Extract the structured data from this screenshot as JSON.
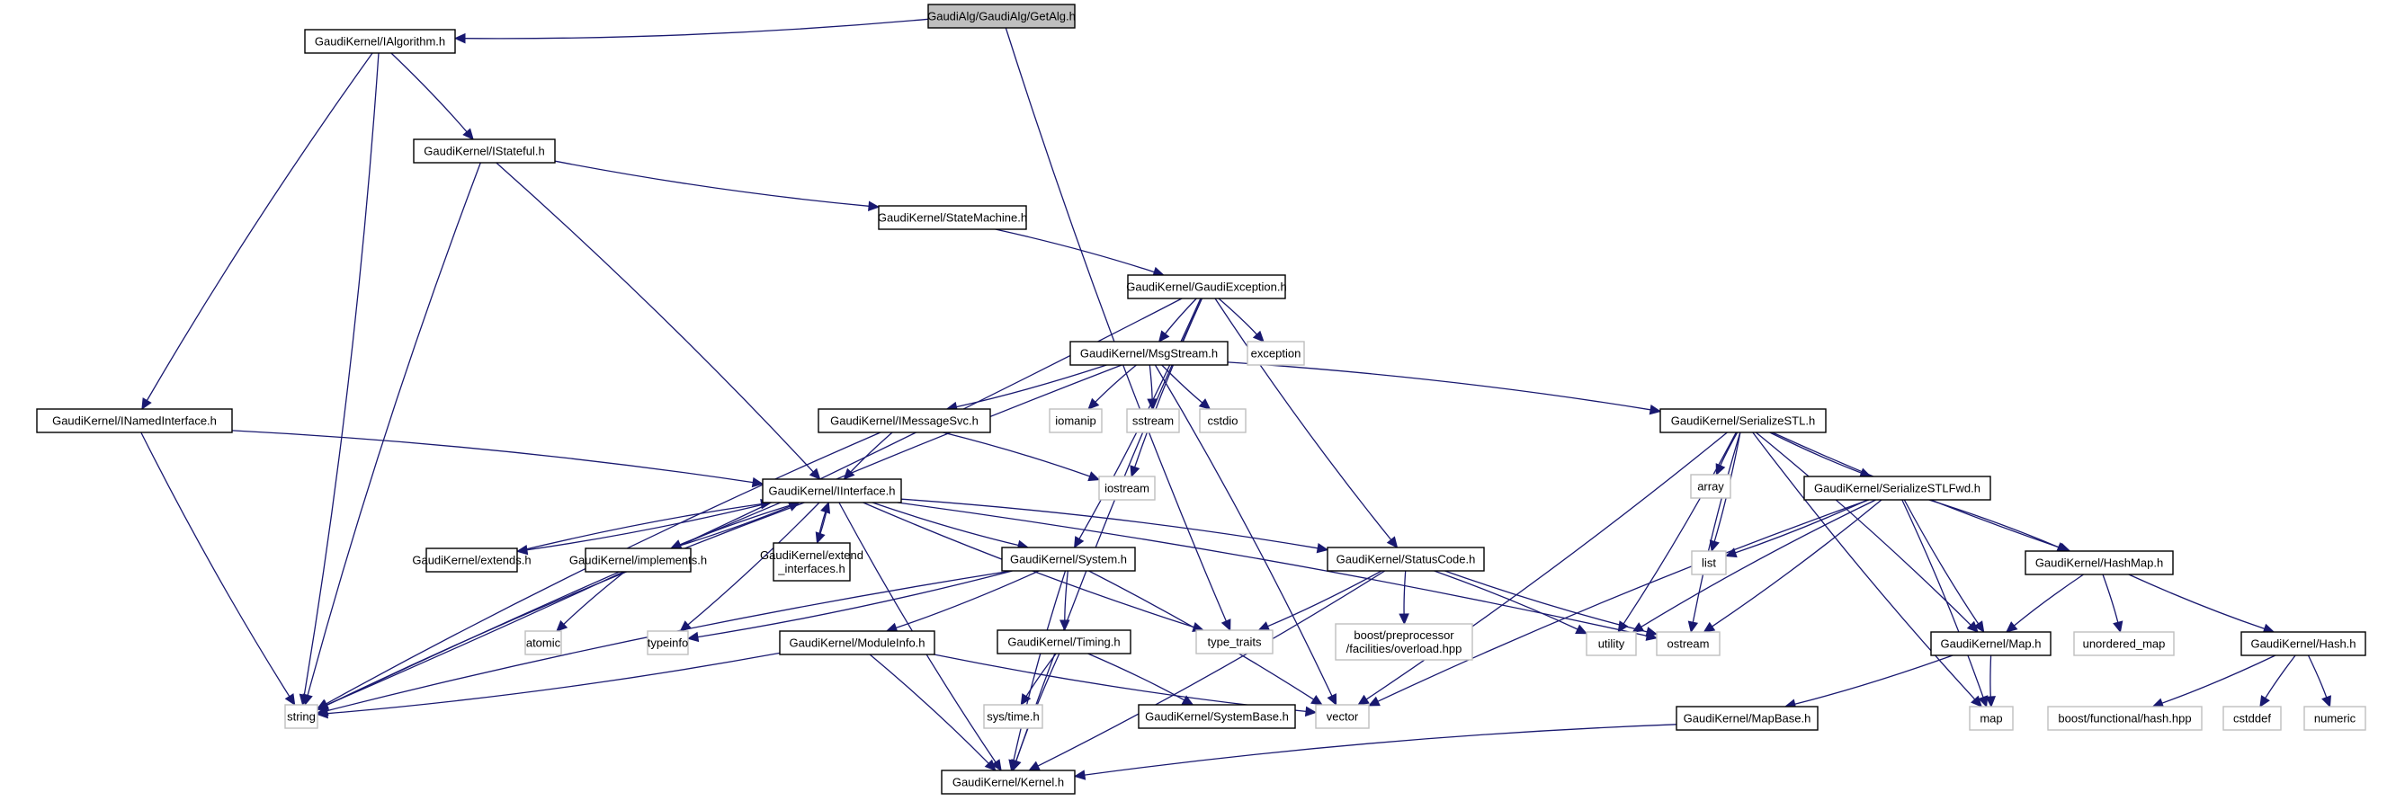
{
  "title": "GaudiAlg/GaudiAlg/GetAlg.h",
  "colors": {
    "edge": "#191970",
    "root_fill": "#bfbfbf",
    "local_border": "#000000",
    "system_border": "#bfbfbf"
  },
  "nodes": [
    {
      "id": "getalg",
      "label": [
        "GaudiAlg/GaudiAlg/GetAlg.h"
      ],
      "kind": "root"
    },
    {
      "id": "ialgorithm",
      "label": [
        "GaudiKernel/IAlgorithm.h"
      ],
      "kind": "local"
    },
    {
      "id": "istateful",
      "label": [
        "GaudiKernel/IStateful.h"
      ],
      "kind": "local"
    },
    {
      "id": "statemachine",
      "label": [
        "GaudiKernel/StateMachine.h"
      ],
      "kind": "local"
    },
    {
      "id": "gaudiexception",
      "label": [
        "GaudiKernel/GaudiException.h"
      ],
      "kind": "local"
    },
    {
      "id": "msgstream",
      "label": [
        "GaudiKernel/MsgStream.h"
      ],
      "kind": "local"
    },
    {
      "id": "exception",
      "label": [
        "exception"
      ],
      "kind": "sys"
    },
    {
      "id": "inamedinterface",
      "label": [
        "GaudiKernel/INamedInterface.h"
      ],
      "kind": "local"
    },
    {
      "id": "imessagesvc",
      "label": [
        "GaudiKernel/IMessageSvc.h"
      ],
      "kind": "local"
    },
    {
      "id": "iomanip",
      "label": [
        "iomanip"
      ],
      "kind": "sys"
    },
    {
      "id": "sstream",
      "label": [
        "sstream"
      ],
      "kind": "sys"
    },
    {
      "id": "cstdio",
      "label": [
        "cstdio"
      ],
      "kind": "sys"
    },
    {
      "id": "serializestl",
      "label": [
        "GaudiKernel/SerializeSTL.h"
      ],
      "kind": "local"
    },
    {
      "id": "iinterface",
      "label": [
        "GaudiKernel/IInterface.h"
      ],
      "kind": "local"
    },
    {
      "id": "iostream",
      "label": [
        "iostream"
      ],
      "kind": "sys"
    },
    {
      "id": "array",
      "label": [
        "array"
      ],
      "kind": "sys"
    },
    {
      "id": "serializestlfwd",
      "label": [
        "GaudiKernel/SerializeSTLFwd.h"
      ],
      "kind": "local"
    },
    {
      "id": "list",
      "label": [
        "list"
      ],
      "kind": "sys"
    },
    {
      "id": "extends",
      "label": [
        "GaudiKernel/extends.h"
      ],
      "kind": "local"
    },
    {
      "id": "implements",
      "label": [
        "GaudiKernel/implements.h"
      ],
      "kind": "local"
    },
    {
      "id": "extend_interfaces",
      "label": [
        "GaudiKernel/extend",
        "_interfaces.h"
      ],
      "kind": "local"
    },
    {
      "id": "system",
      "label": [
        "GaudiKernel/System.h"
      ],
      "kind": "local"
    },
    {
      "id": "statuscode",
      "label": [
        "GaudiKernel/StatusCode.h"
      ],
      "kind": "local"
    },
    {
      "id": "hashmap",
      "label": [
        "GaudiKernel/HashMap.h"
      ],
      "kind": "local"
    },
    {
      "id": "atomic",
      "label": [
        "atomic"
      ],
      "kind": "sys"
    },
    {
      "id": "typeinfo",
      "label": [
        "typeinfo"
      ],
      "kind": "sys"
    },
    {
      "id": "moduleinfo",
      "label": [
        "GaudiKernel/ModuleInfo.h"
      ],
      "kind": "local"
    },
    {
      "id": "timing",
      "label": [
        "GaudiKernel/Timing.h"
      ],
      "kind": "local"
    },
    {
      "id": "type_traits",
      "label": [
        "type_traits"
      ],
      "kind": "sys"
    },
    {
      "id": "boost_overload",
      "label": [
        "boost/preprocessor",
        "/facilities/overload.hpp"
      ],
      "kind": "sys"
    },
    {
      "id": "utility",
      "label": [
        "utility"
      ],
      "kind": "sys"
    },
    {
      "id": "ostream",
      "label": [
        "ostream"
      ],
      "kind": "sys"
    },
    {
      "id": "map_h",
      "label": [
        "GaudiKernel/Map.h"
      ],
      "kind": "local"
    },
    {
      "id": "unordered_map",
      "label": [
        "unordered_map"
      ],
      "kind": "sys"
    },
    {
      "id": "hash_h",
      "label": [
        "GaudiKernel/Hash.h"
      ],
      "kind": "local"
    },
    {
      "id": "string",
      "label": [
        "string"
      ],
      "kind": "sys"
    },
    {
      "id": "systime",
      "label": [
        "sys/time.h"
      ],
      "kind": "sys"
    },
    {
      "id": "systembase",
      "label": [
        "GaudiKernel/SystemBase.h"
      ],
      "kind": "local"
    },
    {
      "id": "vector",
      "label": [
        "vector"
      ],
      "kind": "sys"
    },
    {
      "id": "mapbase",
      "label": [
        "GaudiKernel/MapBase.h"
      ],
      "kind": "local"
    },
    {
      "id": "map",
      "label": [
        "map"
      ],
      "kind": "sys"
    },
    {
      "id": "boost_hash",
      "label": [
        "boost/functional/hash.hpp"
      ],
      "kind": "sys"
    },
    {
      "id": "cstddef",
      "label": [
        "cstddef"
      ],
      "kind": "sys"
    },
    {
      "id": "numeric",
      "label": [
        "numeric"
      ],
      "kind": "sys"
    },
    {
      "id": "kernel",
      "label": [
        "GaudiKernel/Kernel.h"
      ],
      "kind": "local"
    }
  ],
  "edges": [
    [
      "getalg",
      "ialgorithm"
    ],
    [
      "getalg",
      "type_traits"
    ],
    [
      "ialgorithm",
      "istateful"
    ],
    [
      "ialgorithm",
      "inamedinterface"
    ],
    [
      "ialgorithm",
      "string"
    ],
    [
      "istateful",
      "statemachine"
    ],
    [
      "istateful",
      "iinterface"
    ],
    [
      "istateful",
      "string"
    ],
    [
      "statemachine",
      "gaudiexception"
    ],
    [
      "gaudiexception",
      "msgstream"
    ],
    [
      "gaudiexception",
      "exception"
    ],
    [
      "gaudiexception",
      "statuscode"
    ],
    [
      "gaudiexception",
      "system"
    ],
    [
      "gaudiexception",
      "iostream"
    ],
    [
      "gaudiexception",
      "string"
    ],
    [
      "gaudiexception",
      "kernel"
    ],
    [
      "inamedinterface",
      "iinterface"
    ],
    [
      "inamedinterface",
      "string"
    ],
    [
      "msgstream",
      "imessagesvc"
    ],
    [
      "msgstream",
      "iomanip"
    ],
    [
      "msgstream",
      "sstream"
    ],
    [
      "msgstream",
      "cstdio"
    ],
    [
      "msgstream",
      "serializestl"
    ],
    [
      "msgstream",
      "string"
    ],
    [
      "msgstream",
      "vector"
    ],
    [
      "imessagesvc",
      "iinterface"
    ],
    [
      "imessagesvc",
      "iostream"
    ],
    [
      "imessagesvc",
      "string"
    ],
    [
      "iinterface",
      "extends"
    ],
    [
      "iinterface",
      "implements"
    ],
    [
      "iinterface",
      "extend_interfaces"
    ],
    [
      "iinterface",
      "system"
    ],
    [
      "iinterface",
      "statuscode"
    ],
    [
      "iinterface",
      "type_traits"
    ],
    [
      "iinterface",
      "ostream"
    ],
    [
      "iinterface",
      "kernel"
    ],
    [
      "iinterface",
      "typeinfo"
    ],
    [
      "iinterface",
      "string"
    ],
    [
      "extends",
      "iinterface"
    ],
    [
      "implements",
      "iinterface"
    ],
    [
      "extend_interfaces",
      "iinterface"
    ],
    [
      "implements",
      "atomic"
    ],
    [
      "system",
      "moduleinfo"
    ],
    [
      "system",
      "timing"
    ],
    [
      "system",
      "typeinfo"
    ],
    [
      "system",
      "string"
    ],
    [
      "system",
      "vector"
    ],
    [
      "system",
      "kernel"
    ],
    [
      "statuscode",
      "type_traits"
    ],
    [
      "statuscode",
      "boost_overload"
    ],
    [
      "statuscode",
      "utility"
    ],
    [
      "statuscode",
      "ostream"
    ],
    [
      "statuscode",
      "kernel"
    ],
    [
      "serializestl",
      "array"
    ],
    [
      "serializestl",
      "list"
    ],
    [
      "serializestl",
      "serializestlfwd"
    ],
    [
      "serializestl",
      "map_h"
    ],
    [
      "serializestl",
      "hashmap"
    ],
    [
      "serializestl",
      "utility"
    ],
    [
      "serializestl",
      "ostream"
    ],
    [
      "serializestl",
      "vector"
    ],
    [
      "serializestl",
      "map"
    ],
    [
      "serializestlfwd",
      "list"
    ],
    [
      "serializestlfwd",
      "utility"
    ],
    [
      "serializestlfwd",
      "ostream"
    ],
    [
      "serializestlfwd",
      "map_h"
    ],
    [
      "serializestlfwd",
      "hashmap"
    ],
    [
      "serializestlfwd",
      "vector"
    ],
    [
      "serializestlfwd",
      "map"
    ],
    [
      "hashmap",
      "map_h"
    ],
    [
      "hashmap",
      "unordered_map"
    ],
    [
      "hashmap",
      "hash_h"
    ],
    [
      "hash_h",
      "boost_hash"
    ],
    [
      "hash_h",
      "cstddef"
    ],
    [
      "hash_h",
      "numeric"
    ],
    [
      "map_h",
      "map"
    ],
    [
      "map_h",
      "mapbase"
    ],
    [
      "mapbase",
      "kernel"
    ],
    [
      "moduleinfo",
      "string"
    ],
    [
      "moduleinfo",
      "vector"
    ],
    [
      "moduleinfo",
      "kernel"
    ],
    [
      "timing",
      "systime"
    ],
    [
      "timing",
      "systembase"
    ],
    [
      "timing",
      "kernel"
    ]
  ]
}
